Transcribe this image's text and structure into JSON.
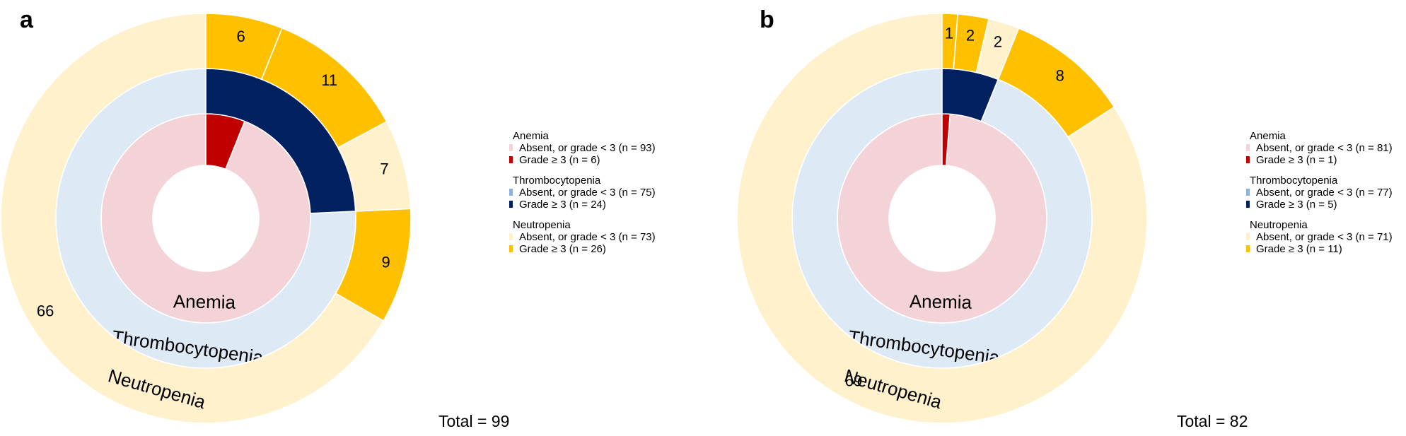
{
  "colors": {
    "anemia_absent": "#f3d3d8",
    "anemia_grade3": "#c00000",
    "thrombo_absent": "#dde9f5",
    "thrombo_grade3": "#012060",
    "neutro_absent": "#fff1cc",
    "neutro_grade3": "#ffc000",
    "legend_thrombo_absent": "#8eb2dd"
  },
  "chart_data": [
    {
      "type": "pie",
      "panel": "a",
      "total_label": "Total = 99",
      "rings": [
        {
          "name": "Anemia",
          "segments": [
            {
              "label": "Absent, or grade < 3",
              "value": 93,
              "color_key": "anemia_absent",
              "text": ""
            },
            {
              "label": "Grade ≥ 3",
              "value": 6,
              "color_key": "anemia_grade3",
              "text": ""
            }
          ]
        },
        {
          "name": "Thrombocytopenia",
          "segments": [
            {
              "label": "Absent, or grade < 3",
              "value": 75,
              "color_key": "thrombo_absent",
              "text": ""
            },
            {
              "label": "Grade ≥ 3",
              "value": 24,
              "color_key": "thrombo_grade3",
              "text": ""
            }
          ]
        },
        {
          "name": "Neutropenia",
          "segments": [
            {
              "label": "Absent, or grade < 3",
              "value": 66,
              "color_key": "neutro_absent",
              "text": "66"
            },
            {
              "label": "Grade ≥ 3",
              "value": 9,
              "color_key": "neutro_grade3",
              "text": "9"
            },
            {
              "label": "Absent, or grade < 3",
              "value": 7,
              "color_key": "neutro_absent",
              "text": "7"
            },
            {
              "label": "Grade ≥ 3",
              "value": 11,
              "color_key": "neutro_grade3",
              "text": "11"
            },
            {
              "label": "Grade ≥ 3",
              "value": 6,
              "color_key": "neutro_grade3",
              "text": "6"
            }
          ]
        }
      ],
      "legend": [
        {
          "title": "Anemia",
          "items": [
            {
              "text": "Absent, or grade < 3 (n = 93)",
              "color_key": "anemia_absent"
            },
            {
              "text": "Grade ≥ 3 (n = 6)",
              "color_key": "anemia_grade3"
            }
          ]
        },
        {
          "title": "Thrombocytopenia",
          "items": [
            {
              "text": "Absent, or grade < 3 (n = 75)",
              "color_key": "legend_thrombo_absent"
            },
            {
              "text": "Grade ≥ 3 (n = 24)",
              "color_key": "thrombo_grade3"
            }
          ]
        },
        {
          "title": "Neutropenia",
          "items": [
            {
              "text": "Absent, or grade < 3 (n = 73)",
              "color_key": "neutro_absent"
            },
            {
              "text": "Grade ≥ 3 (n = 26)",
              "color_key": "neutro_grade3"
            }
          ]
        }
      ]
    },
    {
      "type": "pie",
      "panel": "b",
      "total_label": "Total = 82",
      "rings": [
        {
          "name": "Anemia",
          "segments": [
            {
              "label": "Absent, or grade < 3",
              "value": 81,
              "color_key": "anemia_absent",
              "text": ""
            },
            {
              "label": "Grade ≥ 3",
              "value": 1,
              "color_key": "anemia_grade3",
              "text": ""
            }
          ]
        },
        {
          "name": "Thrombocytopenia",
          "segments": [
            {
              "label": "Absent, or grade < 3",
              "value": 77,
              "color_key": "thrombo_absent",
              "text": ""
            },
            {
              "label": "Grade ≥ 3",
              "value": 5,
              "color_key": "thrombo_grade3",
              "text": ""
            }
          ]
        },
        {
          "name": "Neutropenia",
          "segments": [
            {
              "label": "Absent, or grade < 3",
              "value": 69,
              "color_key": "neutro_absent",
              "text": "69"
            },
            {
              "label": "Grade ≥ 3",
              "value": 8,
              "color_key": "neutro_grade3",
              "text": "8"
            },
            {
              "label": "Absent, or grade < 3",
              "value": 2,
              "color_key": "neutro_absent",
              "text": "2"
            },
            {
              "label": "Grade ≥ 3",
              "value": 2,
              "color_key": "neutro_grade3",
              "text": "2"
            },
            {
              "label": "Grade ≥ 3",
              "value": 1,
              "color_key": "neutro_grade3",
              "text": "1"
            }
          ]
        }
      ],
      "legend": [
        {
          "title": "Anemia",
          "items": [
            {
              "text": "Absent, or grade < 3 (n = 81)",
              "color_key": "anemia_absent"
            },
            {
              "text": "Grade ≥ 3 (n = 1)",
              "color_key": "anemia_grade3"
            }
          ]
        },
        {
          "title": "Thrombocytopenia",
          "items": [
            {
              "text": "Absent, or grade < 3 (n = 77)",
              "color_key": "legend_thrombo_absent"
            },
            {
              "text": "Grade ≥ 3 (n = 5)",
              "color_key": "thrombo_grade3"
            }
          ]
        },
        {
          "title": "Neutropenia",
          "items": [
            {
              "text": "Absent, or grade < 3 (n = 71)",
              "color_key": "neutro_absent"
            },
            {
              "text": "Grade ≥ 3 (n = 11)",
              "color_key": "neutro_grade3"
            }
          ]
        }
      ]
    }
  ]
}
